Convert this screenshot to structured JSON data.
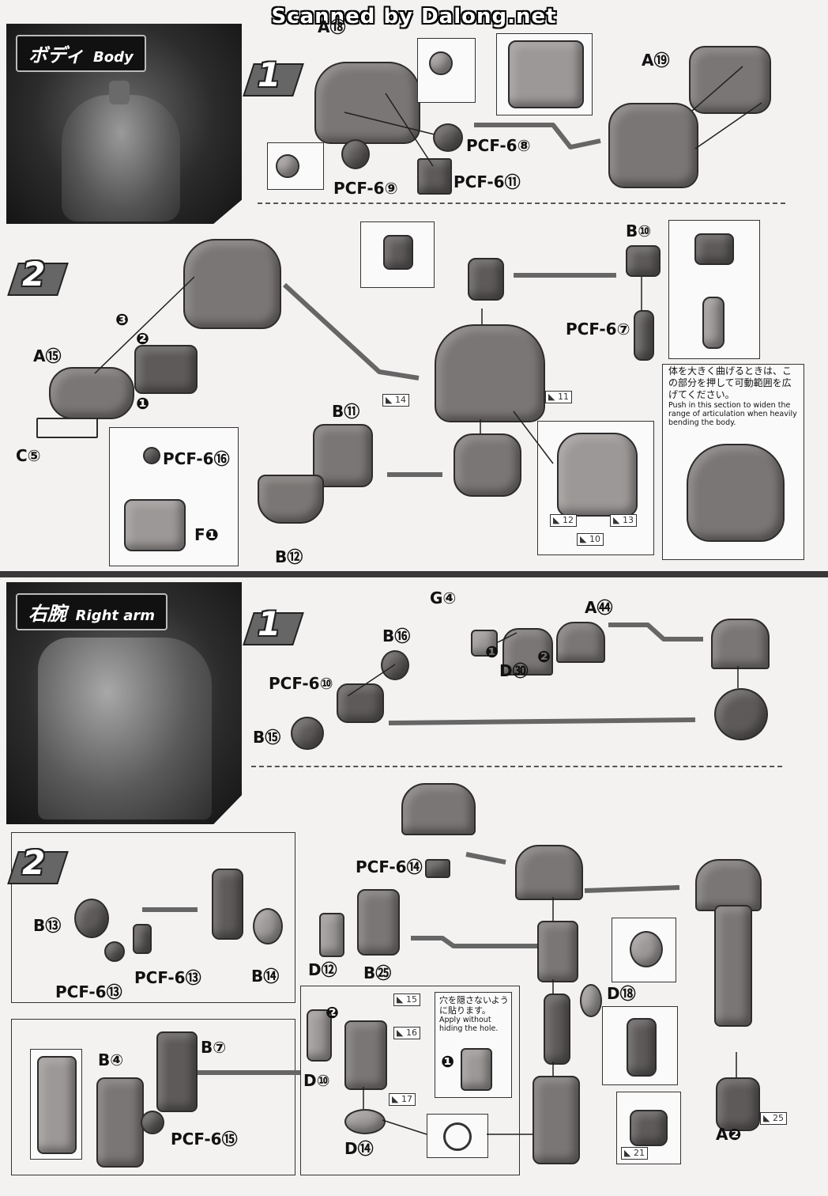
{
  "header": {
    "credit": "Scanned by Dalong.net"
  },
  "body_section": {
    "tag_jp": "ボディ",
    "tag_en": "Body",
    "step1": {
      "number": "1",
      "labels": {
        "a18": "A⑱",
        "a19": "A⑲",
        "pcf6_8": "PCF-6⑧",
        "pcf6_9": "PCF-6⑨",
        "pcf6_11": "PCF-6⑪"
      }
    },
    "step2": {
      "number": "2",
      "labels": {
        "a15": "A⑮",
        "c5": "C⑤",
        "b10": "B⑩",
        "b11": "B⑪",
        "b12": "B⑫",
        "pcf6_7": "PCF-6⑦",
        "pcf6_16": "PCF-6⑯",
        "f1": "F❶",
        "order1": "❶",
        "order2": "❷",
        "order3": "❸"
      },
      "stickers": [
        "14",
        "11",
        "12",
        "13",
        "10"
      ],
      "note_jp": "体を大きく曲げるときは、この部分を押して可動範囲を広げてください。",
      "note_en": "Push in this section to widen the range of articulation when heavily bending the body."
    }
  },
  "arm_section": {
    "tag_jp": "右腕",
    "tag_en": "Right arm",
    "step1": {
      "number": "1",
      "labels": {
        "g4": "G④",
        "a44": "A㊹",
        "d30": "D㉚",
        "b16": "B⑯",
        "pcf6_10": "PCF-6⑩",
        "b15": "B⑮",
        "order1": "❶",
        "order2": "❷"
      }
    },
    "step2": {
      "number": "2",
      "labels": {
        "b13": "B⑬",
        "b14": "B⑭",
        "pcf6_13a": "PCF-6⑬",
        "pcf6_13b": "PCF-6⑬",
        "pcf6_14": "PCF-6⑭",
        "d12": "D⑫",
        "b25": "B㉕",
        "d18": "D⑱",
        "b4": "B④",
        "b7": "B⑦",
        "d10": "D⑩",
        "d14": "D⑭",
        "pcf6_15": "PCF-6⑮",
        "a2": "A❷",
        "order1": "❶",
        "order2": "❷"
      },
      "stickers": [
        "15",
        "16",
        "17",
        "25",
        "21"
      ],
      "note_jp": "穴を隠さないように貼ります。",
      "note_en": "Apply without hiding the hole."
    }
  }
}
